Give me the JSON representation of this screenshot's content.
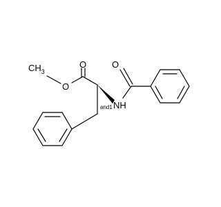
{
  "structure": {
    "atom_labels": {
      "methyl": "CH3",
      "methyl_main": "CH",
      "methyl_sub": "3",
      "ester_oxygen": "O",
      "carbonyl_oxygen": "O",
      "amide_oxygen": "O",
      "amide_nitrogen": "NH",
      "stereo_tag": "and1"
    }
  }
}
